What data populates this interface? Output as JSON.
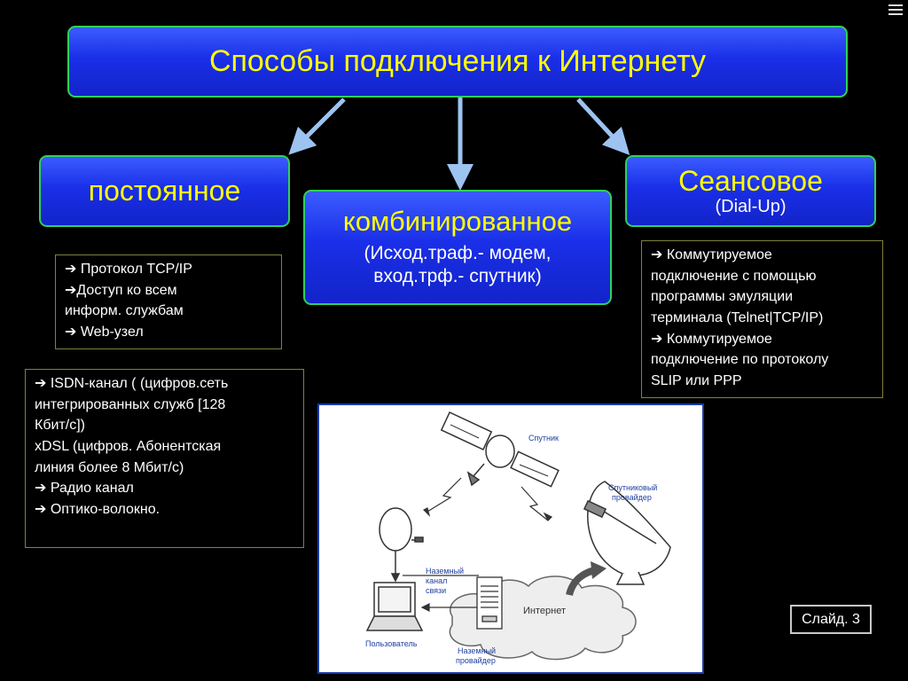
{
  "title": "Способы подключения к Интернету",
  "permanent": {
    "label": "постоянное"
  },
  "combined": {
    "label": "комбинированное",
    "sub_line1": "(Исход.траф.- модем,",
    "sub_line2": "вход.трф.- спутник)"
  },
  "session": {
    "label": "Сеансовое",
    "sub": "(Dial-Up)"
  },
  "note_permanent": [
    "➔ Протокол TCP/IP",
    "➔Доступ ко всем",
    "информ. службам",
    "➔ Web-узел"
  ],
  "note_session": [
    "➔ Коммутируемое",
    "подключение с помощью",
    "программы эмуляции",
    "терминала (Telnet|TCP/IP)",
    "➔ Коммутируемое",
    "подключение по протоколу",
    "SLIP или PPP"
  ],
  "note_channels": [
    "➔ ISDN-канал ( (цифров.сеть",
    "интегрированных служб [128",
    "Кбит/с])",
    "xDSL (цифров. Абонентская",
    "линия более 8 Мбит/с)",
    "➔ Радио канал",
    "➔ Оптико-волокно."
  ],
  "slide_label": "Слайд. 3",
  "figure": {
    "satellite": "Спутник",
    "sat_provider_1": "Спутниковый",
    "sat_provider_2": "провайдер",
    "ground_link_1": "Наземный",
    "ground_link_2": "канал",
    "ground_link_3": "связи",
    "internet": "Интернет",
    "user": "Пользователь",
    "ground_provider_1": "Наземный",
    "ground_provider_2": "провайдер"
  },
  "colors": {
    "box_blue": "#1a2fe8",
    "box_border": "#2fd15a",
    "box_text": "#ffff00",
    "arrow": "#9dc3f0"
  }
}
